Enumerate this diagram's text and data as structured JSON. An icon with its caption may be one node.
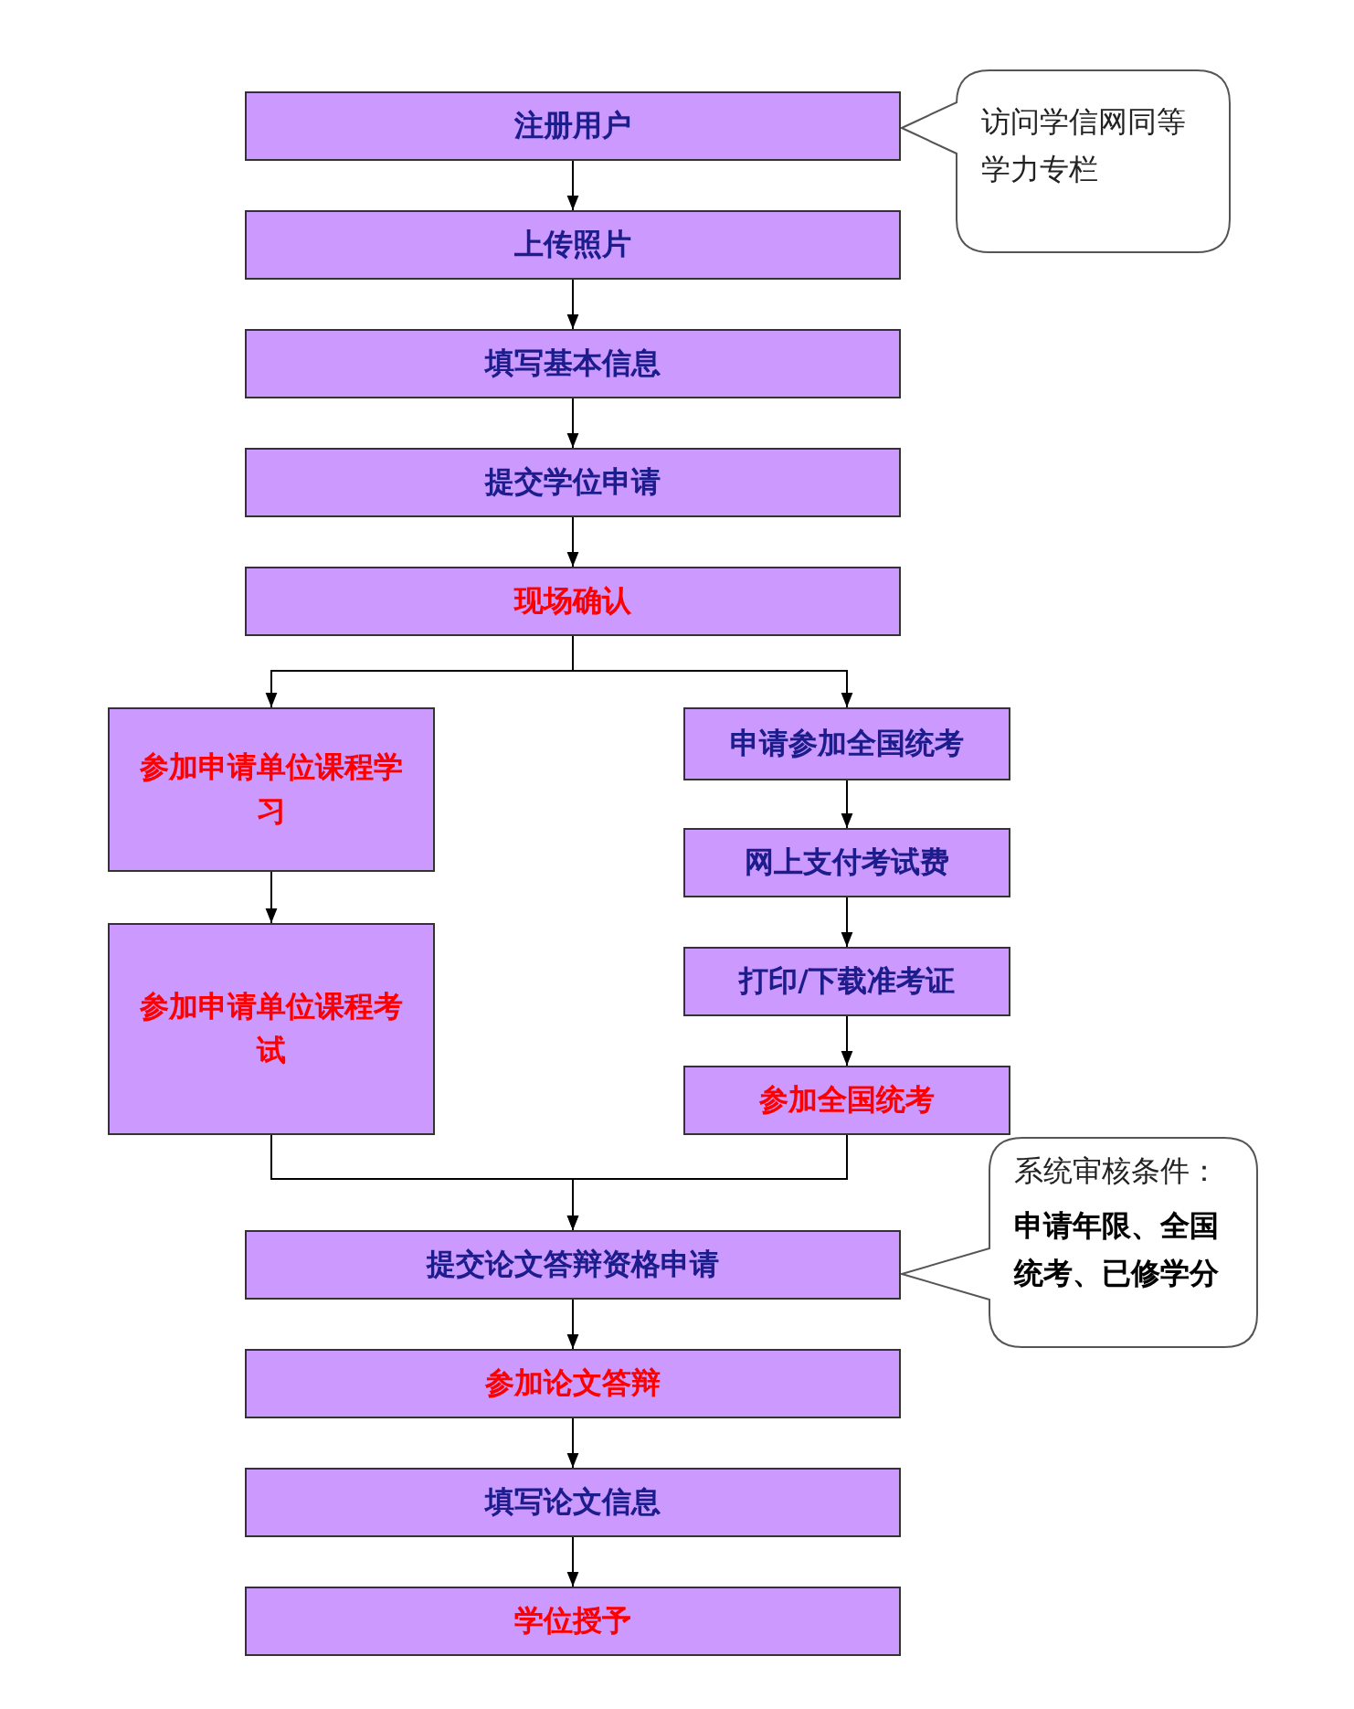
{
  "diagram": {
    "nodes": [
      {
        "text": [
          "注册用户"
        ]
      },
      {
        "text": [
          "上传照片"
        ]
      },
      {
        "text": [
          "填写基本信息"
        ]
      },
      {
        "text": [
          "提交学位申请"
        ]
      },
      {
        "text": [
          "现场确认"
        ]
      },
      {
        "text": [
          "参加申请单位课程学习"
        ]
      },
      {
        "text": [
          "参加申请单位课程考试"
        ]
      },
      {
        "text": [
          "申请参加全国统考"
        ]
      },
      {
        "text": [
          "网上支付考试费"
        ]
      },
      {
        "text": [
          "打印/下载准考证"
        ]
      },
      {
        "text": [
          "参加全国统考"
        ]
      },
      {
        "text": [
          "提交论文答辩资格申请"
        ]
      },
      {
        "text": [
          "参加论文答辩"
        ]
      },
      {
        "text": [
          "填写论文信息"
        ]
      },
      {
        "text": [
          "学位授予"
        ]
      },
      {
        "text": [
          "访问学信网同等学力专栏"
        ]
      },
      {
        "text": [
          "系统审核条件：",
          "申请年限、全国统考、已修学分"
        ]
      }
    ],
    "edges": [
      {
        "from": 0,
        "to": 1,
        "arrow": "to"
      },
      {
        "from": 1,
        "to": 2,
        "arrow": "to"
      },
      {
        "from": 2,
        "to": 3,
        "arrow": "to"
      },
      {
        "from": 3,
        "to": 4,
        "arrow": "to"
      },
      {
        "from": 4,
        "to": 5,
        "arrow": "to"
      },
      {
        "from": 4,
        "to": 7,
        "arrow": "to"
      },
      {
        "from": 5,
        "to": 6,
        "arrow": "to"
      },
      {
        "from": 7,
        "to": 8,
        "arrow": "to"
      },
      {
        "from": 8,
        "to": 9,
        "arrow": "to"
      },
      {
        "from": 9,
        "to": 10,
        "arrow": "to"
      },
      {
        "from": 6,
        "to": 11,
        "arrow": "to"
      },
      {
        "from": 10,
        "to": 11,
        "arrow": "to"
      },
      {
        "from": 11,
        "to": 12,
        "arrow": "to"
      },
      {
        "from": 12,
        "to": 13,
        "arrow": "to"
      },
      {
        "from": 13,
        "to": 14,
        "arrow": "to"
      }
    ]
  }
}
